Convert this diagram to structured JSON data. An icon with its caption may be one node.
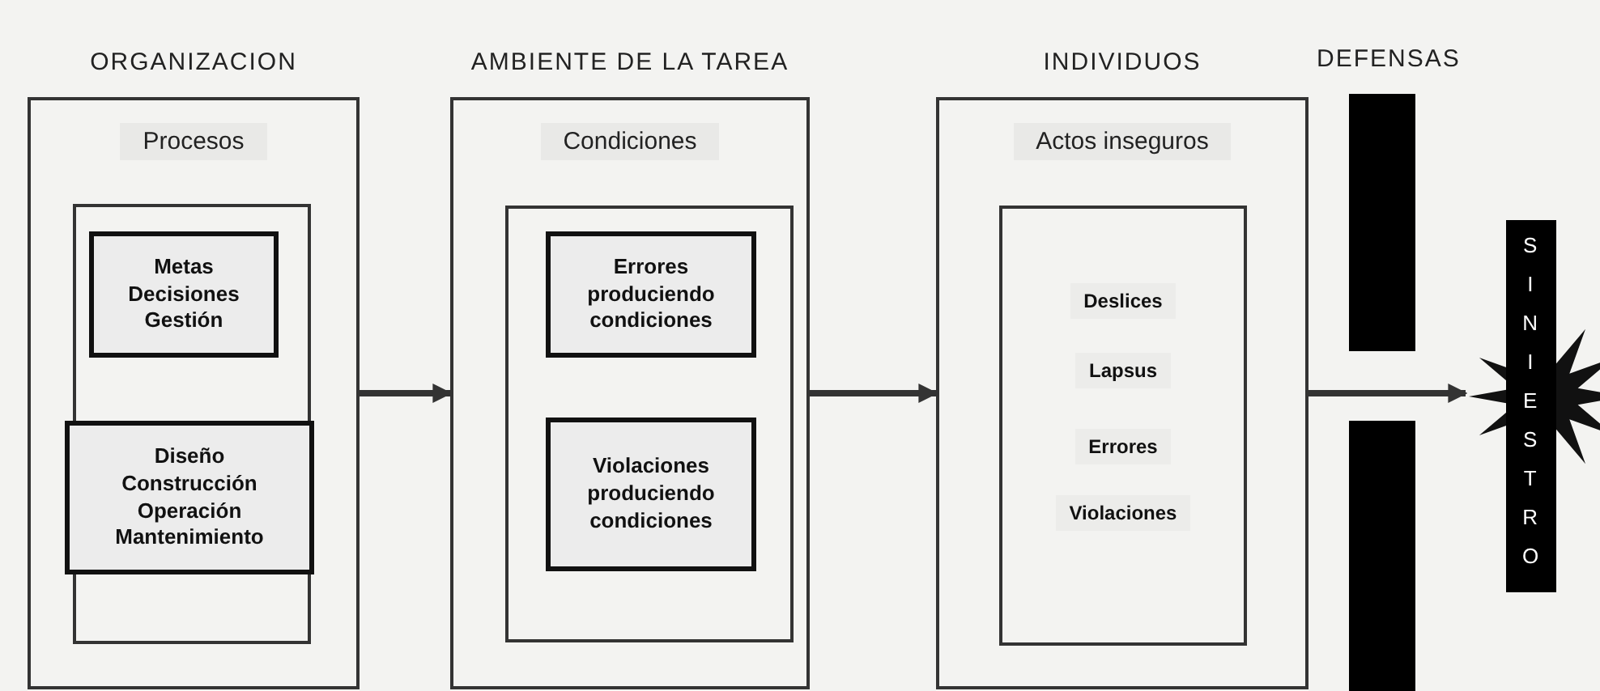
{
  "diagram": {
    "nodes": [
      {
        "text": [
          "ORGANIZACION",
          "Procesos"
        ]
      },
      {
        "text": [],
        "shape": "box",
        "in": 0
      },
      {
        "text": [
          "Metas Decisiones Gestión"
        ],
        "in": 1
      },
      {
        "text": [
          "Diseño Construcción Operación Mantenimiento"
        ],
        "in": 1
      },
      {
        "text": [
          "AMBIENTE DE LA TAREA",
          "Condiciones"
        ]
      },
      {
        "text": [],
        "shape": "box",
        "in": 4
      },
      {
        "text": [
          "Errores produciendo condiciones"
        ],
        "in": 5
      },
      {
        "text": [
          "Violaciones produciendo condiciones"
        ],
        "in": 5
      },
      {
        "text": [
          "INDIVIDUOS",
          "Actos inseguros"
        ]
      },
      {
        "text": [
          "Deslices",
          "Lapsus",
          "Errores",
          "Violaciones"
        ],
        "in": 8
      },
      {
        "text": [
          "DEFENSAS"
        ]
      },
      {
        "text": [],
        "shape": "bar"
      },
      {
        "text": [
          "SINIESTRO"
        ]
      }
    ],
    "edges": [
      {
        "from": 0,
        "to": 4,
        "arrow": "to"
      },
      {
        "from": 4,
        "to": 8,
        "arrow": "to"
      },
      {
        "from": 8,
        "to": 12,
        "arrow": "to"
      }
    ]
  }
}
